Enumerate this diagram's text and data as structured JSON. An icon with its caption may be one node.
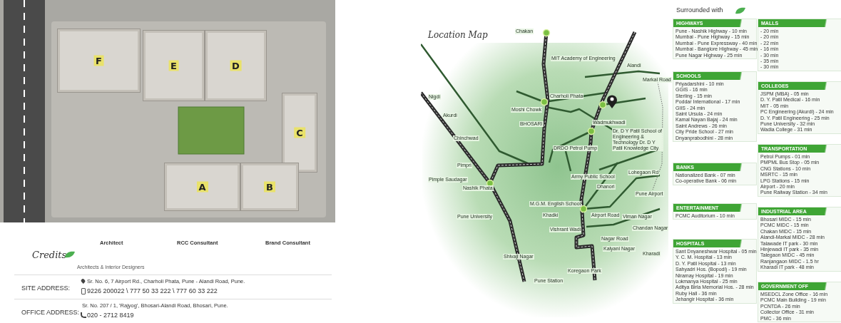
{
  "diagram": {
    "nodes": [
      {
        "text": [
          "F"
        ]
      },
      {
        "text": [
          "E"
        ]
      },
      {
        "text": [
          "D"
        ]
      },
      {
        "text": [
          "C"
        ]
      },
      {
        "text": [
          "A"
        ]
      },
      {
        "text": [
          "B"
        ]
      },
      {
        "text": [
          "HIGHWAYS",
          "Pune - Nashik Highway - 10 min",
          "Mumbai - Pune Highway - 15 min",
          "Mumbai - Pune Expressway - 40 min",
          "Mumbai - Banglore Highway - 45 min",
          "Pune Nagar Highway - 25 min"
        ]
      },
      {
        "text": [
          "MALLS",
          "- 20 min",
          "- 20 min",
          "- 22 min",
          "- 16 min",
          "- 30 min",
          "- 35 min",
          "- 30 min"
        ]
      },
      {
        "text": [
          "SCHOOLS",
          "Priyadarshini - 10 min",
          "GGIS - 16 min",
          "Sterling - 15 min",
          "Poddar International - 17 min",
          "GIIS - 24 min",
          "Saint Ursula - 24 min",
          "Kamal Nayan Bajaj - 24 min",
          "Saint Andrews - 26 min",
          "City Pride School - 27 min",
          "Dnyanprabodhini - 28 min"
        ]
      },
      {
        "text": [
          "COLLEGES",
          "JSPM (MBA) - 05 min",
          "D. Y. Patil Medical - 16 min",
          "MIT - 05 min",
          "PC Engineering (Akurdi) - 24 min",
          "D. Y. Patil Engineering - 25 min",
          "Pune University - 32 min",
          "Wadia College - 31 min"
        ]
      },
      {
        "text": [
          "BANKS",
          "Nationalized Bank - 07 min",
          "Co-operative Bank - 06 min"
        ]
      },
      {
        "text": [
          "TRANSPORTATION",
          "Petrol Pumps - 01 min",
          "PMPML Bus Stop - 05 min",
          "CNG Stations - 10 min",
          "MSRTC - 15 min",
          "LPG Stations - 15 min",
          "Airport - 20 min",
          "Pune Railway Station - 34 min"
        ]
      },
      {
        "text": [
          "ENTERTAINMENT",
          "PCMC Auditorium - 10 min"
        ]
      },
      {
        "text": [
          "INDUSTRIAL AREA",
          "Bhosari MIDC - 15 min",
          "PCMC MIDC - 15 min",
          "Chakan MIDC - 15 min",
          "Alandi-Markal MIDC - 28 min",
          "Talawade IT park - 30 min",
          "Hinjewadi IT park - 35 min",
          "Talegaon MIDC - 45 min",
          "Ranjangaon MIDC - 1.5 hr",
          "Kharadi IT park - 48 min"
        ]
      },
      {
        "text": [
          "HOSPITALS",
          "Sant Dnyaneshwar Hospital - 05 min",
          "Y. C. M. Hospital - 13 min",
          "D. Y. Patil Hospital - 13 min",
          "Sahyadri Hos. (Bopodi) - 19 min",
          "Niramay Hospital - 19 min",
          "Lokmanya Hospital - 25 min",
          "Aditya Birla Memorial Hos. - 28 min",
          "Ruby Hall - 36 min",
          "Jehangir Hospital - 36 min"
        ]
      },
      {
        "text": [
          "GOVERNMENT OFF",
          "MSEDCL Zone Office - 16 min",
          "PCMC Main Building - 19 min",
          "PCNTDA - 26 min",
          "Collector Office - 31 min",
          "PMC - 36 min"
        ]
      }
    ],
    "labels": [
      "Credits",
      "Architect",
      "Architects & Interior Designers",
      "RCC Consultant",
      "Brand Consultant",
      "SITE ADDRESS:",
      "Sr. No. 6, 7 Airport Rd., Charholi Phata, Pune - Alandi Road, Pune.",
      "9226 200022 \\ 777 50 33 222 \\ 777 60 33 222",
      "OFFICE ADDRESS:",
      "Sr. No. 207 / 1, 'Rajyog', Bhosari-Alandi Road, Bhosari, Pune.",
      "020 - 2712 8419",
      "Location Map",
      "Chakan",
      "MIT Academy of Engineering",
      "Alandi",
      "Markal Road",
      "Moshi Chowk",
      "Charholi Phata",
      "Wadmukhwadi",
      "Dr. D Y Patil School of Engineering & Technology Dr. D Y Patil Knowledge City",
      "BHOSARI",
      "Nigdi",
      "Akurdi",
      "Chinchwad",
      "Pimpri",
      "DRDO Petrol Pump",
      "Nashik Phata",
      "Pimple Saudagar",
      "Pune University",
      "Shivaji Nagar",
      "Army Public School",
      "Dhanori",
      "Lohegaon Rd",
      "Pune Airport",
      "M.G.M. English School",
      "Khadki",
      "Airport Road",
      "Viman Nagar",
      "Chandan Nagar",
      "Vishrant Wadi",
      "Nagar Road",
      "Kalyani Nagar",
      "Kharadi",
      "Koregaon Park",
      "Pune Station",
      "Surrounded with"
    ]
  }
}
